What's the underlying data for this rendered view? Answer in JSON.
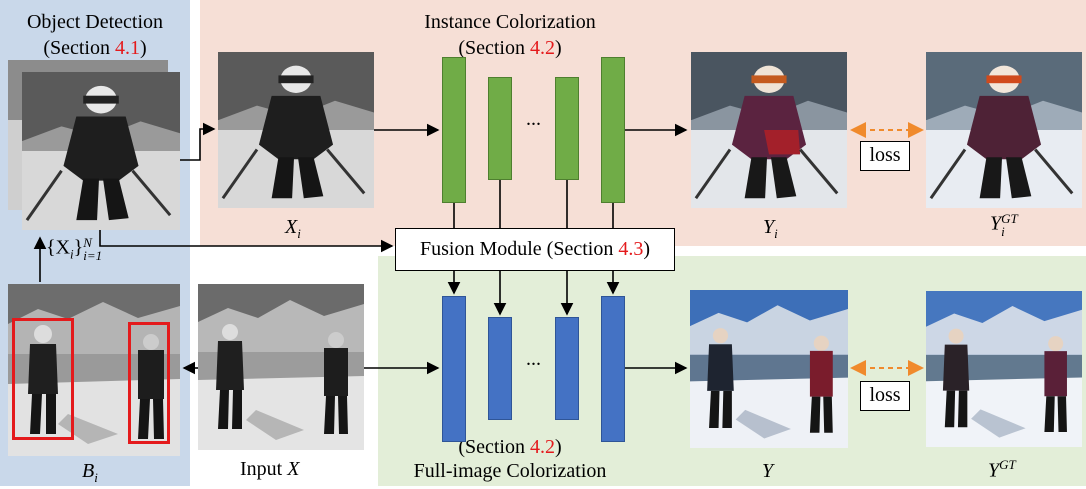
{
  "panels": {
    "detection": {
      "title": "Object Detection",
      "section_prefix": "(Section ",
      "section_num": "4.1",
      "section_suffix": ")"
    },
    "instance": {
      "title": "Instance Colorization",
      "section_prefix": "(Section ",
      "section_num": "4.2",
      "section_suffix": ")"
    },
    "full": {
      "title": "Full-image Colorization",
      "section_prefix": "(Section ",
      "section_num": "4.2",
      "section_suffix": ")"
    }
  },
  "fusion": {
    "label": "Fusion Module (Section ",
    "section_num": "4.3",
    "suffix": ")"
  },
  "labels": {
    "xi": "X",
    "xi_sub": "i",
    "yi": "Y",
    "yi_sub": "i",
    "yigt": "Y",
    "yigt_sub": "i",
    "yigt_sup": "GT",
    "set": "{X",
    "set_sub": "i",
    "set_close": "}",
    "set_sup": "N",
    "set_sub2": "i=1",
    "bi": "B",
    "bi_sub": "i",
    "input_prefix": "Input ",
    "input_var": "X",
    "y": "Y",
    "ygt": "Y",
    "ygt_sup": "GT"
  },
  "loss_top": "loss",
  "loss_bottom": "loss",
  "ellipsis_top": "...",
  "ellipsis_bottom": "...",
  "colors": {
    "red": "#e41a1c",
    "green": "#70ac47",
    "blue": "#4472c4",
    "orange": "#f08a2c"
  }
}
